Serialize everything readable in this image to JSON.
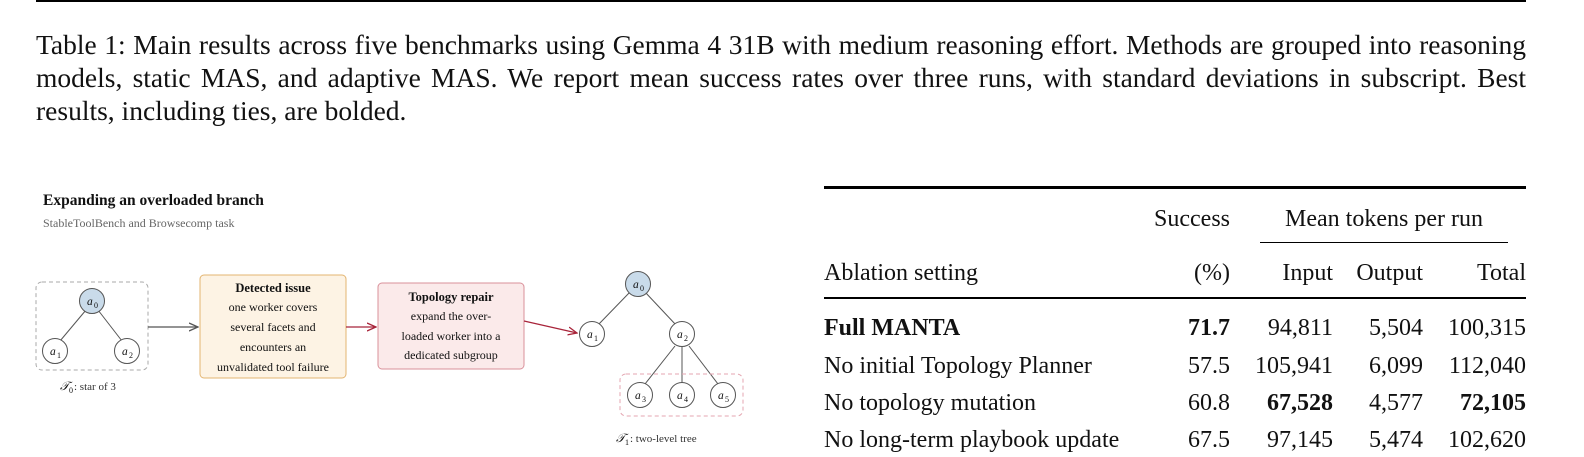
{
  "caption": "Table 1: Main results across five benchmarks using Gemma 4 31B with medium reasoning effort. Methods are grouped into reasoning models, static MAS, and adaptive MAS. We report mean success rates over three runs, with standard deviations in subscript. Best results, including ties, are bolded.",
  "figure": {
    "title": "Expanding an overloaded branch",
    "subtitle": "StableToolBench and Browsecomp task",
    "t0_label": "𝒯",
    "t0_sub": "0",
    "t0_text": ": star of 3",
    "t1_label": "𝒯",
    "t1_sub": "1",
    "t1_text": ": two-level tree",
    "issue": {
      "title": "Detected issue",
      "lines": [
        "one worker covers",
        "several facets and",
        "encounters an",
        "unvalidated tool failure"
      ]
    },
    "repair": {
      "title": "Topology repair",
      "lines": [
        "expand the over-",
        "loaded worker into a",
        "dedicated subgroup"
      ]
    },
    "nodes": {
      "n_a0_left": {
        "sym": "a",
        "sub": "0"
      },
      "n_a1_left": {
        "sym": "a",
        "sub": "1"
      },
      "n_a2_left": {
        "sym": "a",
        "sub": "2"
      },
      "n_a0_right": {
        "sym": "a",
        "sub": "0"
      },
      "n_a1_right": {
        "sym": "a",
        "sub": "1"
      },
      "n_a2_right": {
        "sym": "a",
        "sub": "2"
      },
      "n_a3": {
        "sym": "a",
        "sub": "3"
      },
      "n_a4": {
        "sym": "a",
        "sub": "4"
      },
      "n_a5": {
        "sym": "a",
        "sub": "5"
      }
    },
    "colors": {
      "root_fill": "#c9dbea",
      "issue_fill": "#fdf3e4",
      "issue_border": "#e3b470",
      "repair_fill": "#fbeaea",
      "repair_border": "#d9909a",
      "arrow_red": "#a8243a",
      "arrow_gray": "#555555",
      "dashed_gray": "#aaaaaa",
      "dashed_pink": "#e4a6b1"
    }
  },
  "table": {
    "header": {
      "success_top": "Success",
      "tokens_group": "Mean tokens per run",
      "setting": "Ablation setting",
      "success_unit": "(%)",
      "input": "Input",
      "output": "Output",
      "total": "Total"
    },
    "rows": [
      {
        "setting": "Full MANTA",
        "success": "71.7",
        "input": "94,811",
        "output": "5,504",
        "total": "100,315"
      },
      {
        "setting": "No initial Topology Planner",
        "success": "57.5",
        "input": "105,941",
        "output": "6,099",
        "total": "112,040"
      },
      {
        "setting": "No topology mutation",
        "success": "60.8",
        "input": "67,528",
        "output": "4,577",
        "total": "72,105"
      },
      {
        "setting": "No long-term playbook update",
        "success": "67.5",
        "input": "97,145",
        "output": "5,474",
        "total": "102,620"
      }
    ]
  }
}
